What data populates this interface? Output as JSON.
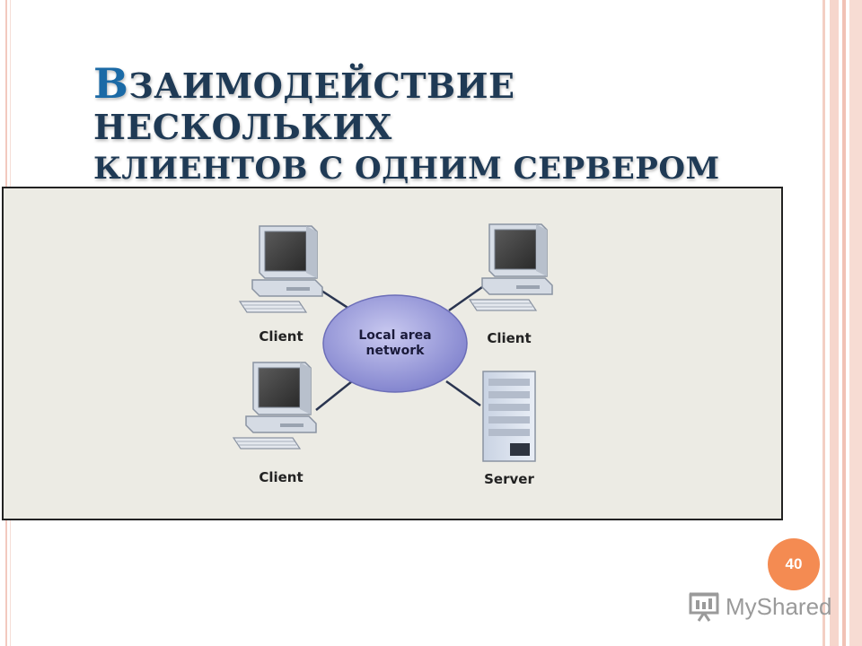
{
  "slide": {
    "title_line1_first": "В",
    "title_line1_rest": "заимодействие нескольких",
    "title_line2": "клиентов с одним сервером",
    "page_number": "40"
  },
  "diagram": {
    "network_label_line1": "Local area",
    "network_label_line2": "network",
    "nodes": [
      {
        "label": "Client",
        "icon": "computer-icon"
      },
      {
        "label": "Client",
        "icon": "computer-icon"
      },
      {
        "label": "Client",
        "icon": "computer-icon"
      },
      {
        "label": "Server",
        "icon": "server-icon"
      }
    ]
  },
  "watermark": {
    "text": "MyShared",
    "icon": "presentation-icon"
  },
  "colors": {
    "title": "#1f3a55",
    "title_initial": "#1b6aa6",
    "badge": "#f48b52",
    "network": "#8f90d6",
    "diagram_bg": "#ecebe4"
  }
}
